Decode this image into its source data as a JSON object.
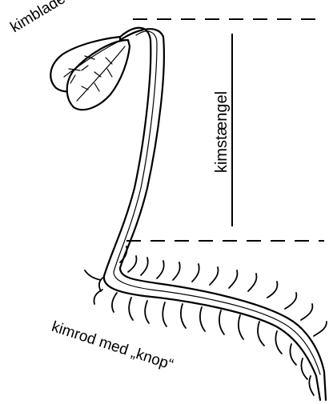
{
  "labels": {
    "cotyledons": "kimblade",
    "hypocotyl": "kimstængel",
    "radicle": "kimrod med „knop“"
  },
  "colors": {
    "ink": "#000000",
    "background": "#ffffff"
  }
}
